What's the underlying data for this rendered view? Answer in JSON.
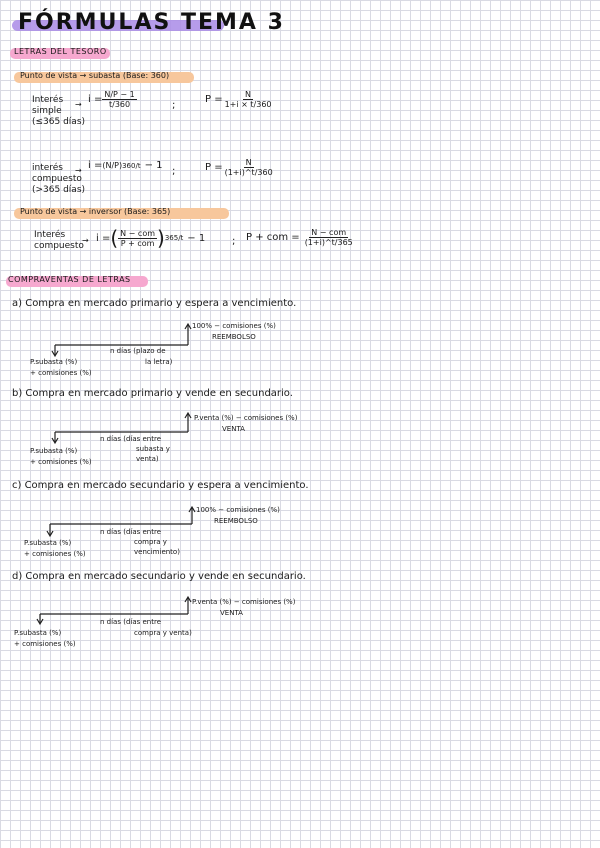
{
  "title": "FÓRMULAS TEMA 3",
  "sections": {
    "letras": "LETRAS DEL TESORO",
    "compraventas": "COMPRAVENTAS DE LETRAS"
  },
  "subheaders": {
    "subasta": "Punto de vista → subasta (Base: 360)",
    "inversor": "Punto de vista → inversor (Base: 365)"
  },
  "formulas": {
    "simple_label": [
      "Interés",
      "simple",
      "(≤365 días)"
    ],
    "simple_i": {
      "lhs": "i =",
      "num": "N/P − 1",
      "den": "t/360"
    },
    "simple_p": {
      "lhs": "P =",
      "num": "N",
      "den": "1+i × t/360"
    },
    "compuesto_label": [
      "interés",
      "compuesto",
      "(>365 días)"
    ],
    "compuesto_i": {
      "lhs": "i =",
      "base": "(N/P)",
      "exp": "360/t",
      "tail": "− 1"
    },
    "compuesto_p": {
      "lhs": "P =",
      "num": "N",
      "den": "(1+i)^t/360"
    },
    "inversor_label": [
      "Interés",
      "compuesto"
    ],
    "inversor_i": {
      "lhs": "i =",
      "num": "N − com",
      "den": "P + com",
      "exp": "365/t",
      "tail": "− 1"
    },
    "inversor_p": {
      "lhs": "P + com =",
      "num": "N − com",
      "den": "(1+i)^t/365"
    },
    "separator": ";"
  },
  "cases": [
    {
      "heading": "a) Compra en mercado primario y espera a vencimiento.",
      "right": [
        "100% − comisiones (%)",
        "REEMBOLSO"
      ],
      "left": [
        "P.subasta (%)",
        "+ comisiones (%)"
      ],
      "days": [
        "n días (plazo de",
        "la letra)"
      ]
    },
    {
      "heading": "b) Compra en mercado primario y vende en secundario.",
      "right": [
        "P.venta (%) − comisiones (%)",
        "VENTA"
      ],
      "left": [
        "P.subasta (%)",
        "+ comisiones (%)"
      ],
      "days": [
        "n días (días entre",
        "subasta y",
        "venta)"
      ]
    },
    {
      "heading": "c) Compra en mercado secundario y espera a vencimiento.",
      "right": [
        "100% − comisiones (%)",
        "REEMBOLSO"
      ],
      "left": [
        "P.subasta (%)",
        "+ comisiones (%)"
      ],
      "days": [
        "n días (días entre",
        "compra y",
        "vencimiento)"
      ]
    },
    {
      "heading": "d) Compra en mercado secundario y vende en secundario.",
      "right": [
        "P.venta (%) − comisiones (%)",
        "VENTA"
      ],
      "left": [
        "P.subasta (%)",
        "+ comisiones (%)"
      ],
      "days": [
        "n días (días entre",
        "compra y venta)"
      ]
    }
  ],
  "colors": {
    "title_highlight": "#a98be6",
    "section_highlight": "#f6a8cf",
    "subheader_highlight": "#f7c79c"
  }
}
